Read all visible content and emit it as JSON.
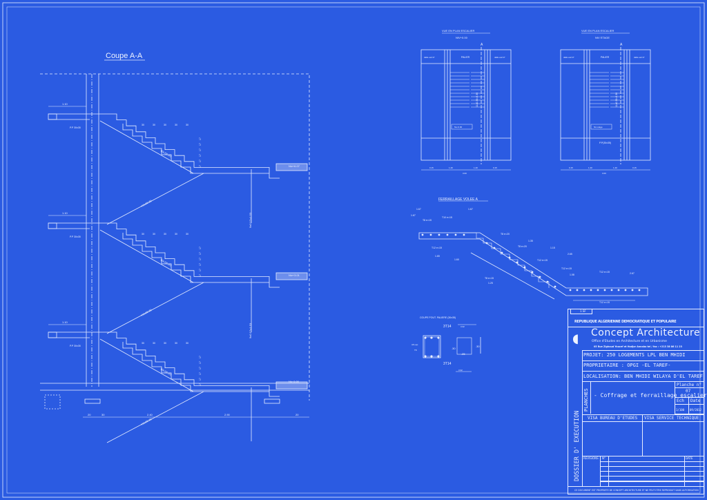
{
  "colors": {
    "background": "#2b5be2",
    "lines": "#e8eeff"
  },
  "section": {
    "title": "Coupe A-A",
    "dim_slab": "1.10",
    "label_pp": "P.P 30x35",
    "flight_a": "VOLEE (A)",
    "flight_b": "VOLEE (B)",
    "niv_top": "Niv+6.07",
    "niv_mid": "Niv+3.01",
    "niv_ground": "Niv-0.00",
    "height_label": "9x0.17=1.53",
    "step_tread": "30",
    "step_riser": "17",
    "bottom_dims": [
      "20",
      "30",
      "2.40",
      "2.90",
      "20"
    ]
  },
  "plan_rdc": {
    "title": "VUE EN PLAN ESCALIER",
    "subtitle": "NIV+0.00",
    "marker": "A",
    "palier": "PALIER",
    "dalle_left": "dalle ea=17",
    "dalle_right": "dalle ea=17",
    "steps": "11x0.30=3.30",
    "niv": "Niv-0.00",
    "dims": [
      "0.15",
      "1.40",
      "1.40",
      "0.15"
    ],
    "total": "3.00"
  },
  "plan_etage": {
    "title": "VUE EN PLAN ESCALIER",
    "subtitle": "NIV ETAGE",
    "marker": "A",
    "palier": "PALIER",
    "dalle_left": "dalle ea=17",
    "dalle_right": "dalle ea=17",
    "steps": "11x0.30=3.30",
    "niv": "Niv etage",
    "beam": "P.P(30x35)",
    "dims": [
      "0.15",
      "1.40",
      "1.40",
      "0.15"
    ],
    "total": "3.00"
  },
  "ferraillage": {
    "title": "FERRAILLAGE VOLEE A",
    "bars": [
      "T8 e=15",
      "T10 e=15",
      "T12 e=15",
      "T8 e=20",
      "T8 e=20",
      "T12 e=15",
      "T12 e=15",
      "T12 e=15",
      "T8 e=15",
      "T12 e=15"
    ],
    "lengths": [
      "1.67",
      "1.67",
      "1.67",
      "1.65",
      "1.60",
      "1.35",
      "1.15",
      "2.65",
      "1.25",
      "1.08",
      "2.67"
    ]
  },
  "beam_section": {
    "title": "COUPE POUT. PALIERE (30x35)",
    "top_bars": "3T14",
    "bottom_bars": "3T14",
    "stirrup": "cdr+ep",
    "stirrup_bar": "T8",
    "width": ".25",
    "height": ".30",
    "length": "3.32"
  },
  "title_block": {
    "tab": "1.SF",
    "republic": "REPUBLIQUE ALGERIENNE DEMOCRATIQUE ET POPULAIRE",
    "firm": "Concept Architecture",
    "firm_sub": "Office d'Etudes en Architecture et en Urbanisme",
    "firm_address": "05 Rue Zighoud Youcef et Hadjar Annaba   tel / fax : +213 38 86 11 23",
    "projet": "PROJET: 250 LOGEMENTS LPL BEN MHIDI",
    "proprietaire": "PROPRIETAIRE : OPGI -EL TAREF-",
    "localisation": "LOCALISATION: BEN MHIDI WILAYA D'EL TAREF",
    "planches_label": "PLANCHES",
    "planche_title": "- Coffrage et ferraillage escalier",
    "planche_no_label": "Planche n°",
    "planche_no": "07",
    "ech_label": "Ech",
    "date_label": "Date",
    "ech": "1/100",
    "date": "09/2012",
    "dossier": "DOSSIER D' EXECUTION",
    "visa_be": "VISA BUREAU D'ETUDES",
    "visa_st": "VISA SERVICE TECHNIQUE",
    "revisions": "REVISIONS",
    "num": "N°",
    "rev_date": "DATE",
    "footer": "CE DOCUMENT EST PROPRIETE DE CONCEPT ARCHITECTURE ET NE PEUT ETRE REPRODUIT SANS AUTORISATION"
  }
}
